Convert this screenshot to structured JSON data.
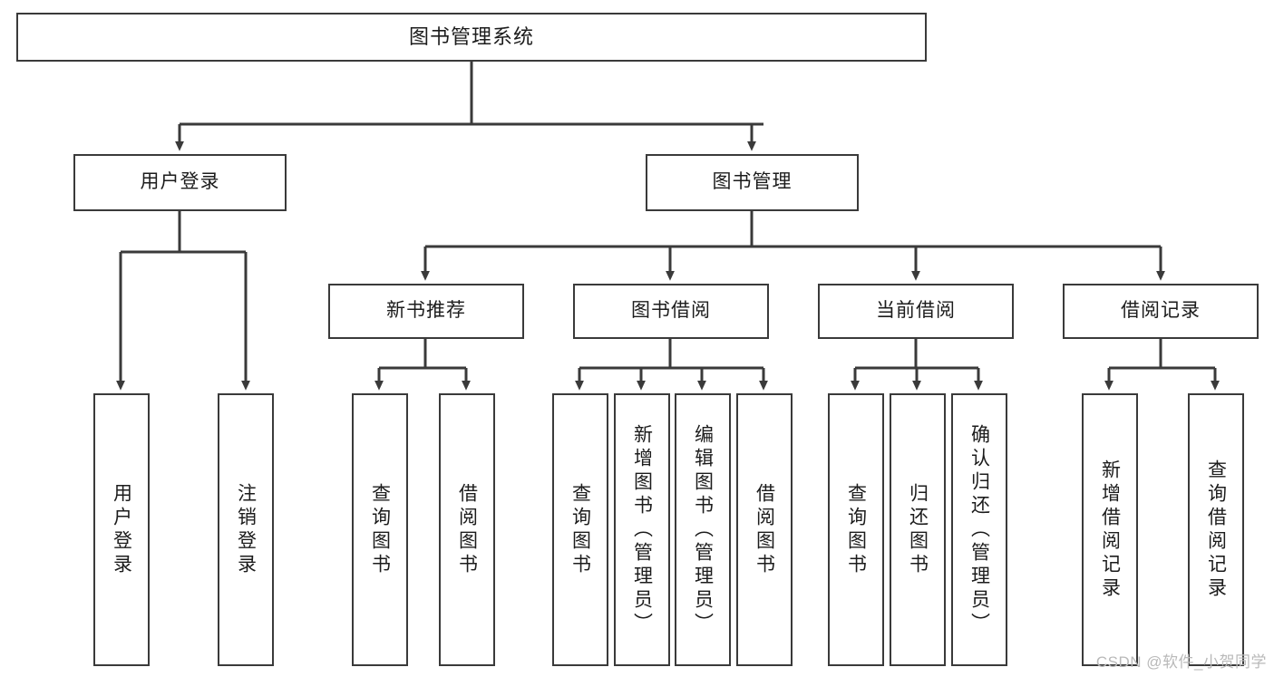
{
  "diagram": {
    "title": "图书管理系统",
    "type": "hierarchy-tree",
    "colors": {
      "background": "#ffffff",
      "box_border": "#3a3a3a",
      "box_fill": "#ffffff",
      "connector": "#3a3a3a",
      "text": "#1c1c1c",
      "watermark": "#b9b9b9"
    },
    "levels": 4,
    "root": {
      "label": "图书管理系统"
    },
    "level2": [
      {
        "label": "用户登录"
      },
      {
        "label": "图书管理"
      }
    ],
    "level3": [
      {
        "label": "新书推荐"
      },
      {
        "label": "图书借阅"
      },
      {
        "label": "当前借阅"
      },
      {
        "label": "借阅记录"
      }
    ],
    "leaves": {
      "user_login": [
        {
          "label": "用户登录"
        },
        {
          "label": "注销登录"
        }
      ],
      "new_book": [
        {
          "label": "查询图书"
        },
        {
          "label": "借阅图书"
        }
      ],
      "book_borrow": [
        {
          "label": "查询图书"
        },
        {
          "label": "新增图书（管理员）"
        },
        {
          "label": "编辑图书（管理员）"
        },
        {
          "label": "借阅图书"
        }
      ],
      "current_borrow": [
        {
          "label": "查询图书"
        },
        {
          "label": "归还图书"
        },
        {
          "label": "确认归还（管理员）"
        }
      ],
      "borrow_record": [
        {
          "label": "新增借阅记录"
        },
        {
          "label": "查询借阅记录"
        }
      ]
    }
  },
  "watermark": {
    "text": "CSDN @软件_小贺同学"
  }
}
